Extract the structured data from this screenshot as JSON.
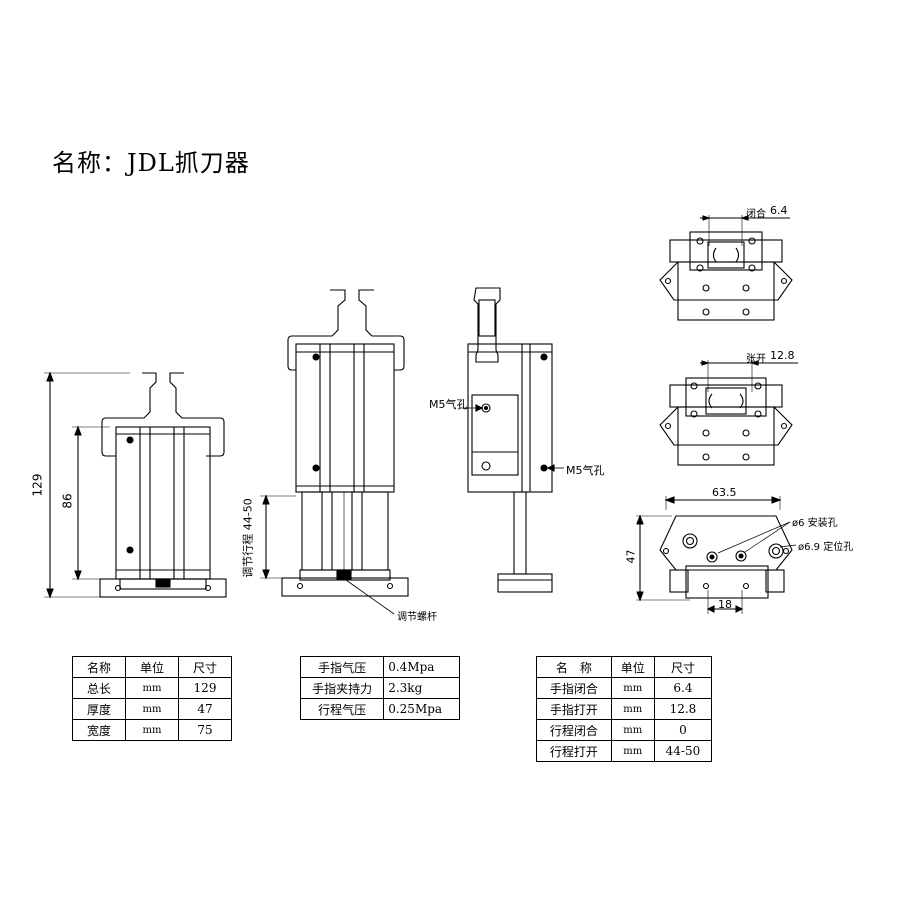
{
  "title": "名称：JDL抓刀器",
  "annotations": {
    "overall_length": "129",
    "body_length": "86",
    "adjust_stroke": "调节行程 44-50",
    "m5_top": "M5气孔",
    "m5_bottom": "M5气孔",
    "adjust_screw": "调节螺杆",
    "closed_label": "闭合",
    "closed_value": "6.4",
    "open_label": "张开",
    "open_value": "12.8",
    "width_63": "63.5",
    "height_47": "47",
    "width_18": "18",
    "hole_6": "ø6 安装孔",
    "hole_69": "ø6.9 定位孔"
  },
  "table1": {
    "headers": [
      "名称",
      "单位",
      "尺寸"
    ],
    "rows": [
      [
        "总长",
        "mm",
        "129"
      ],
      [
        "厚度",
        "mm",
        "47"
      ],
      [
        "宽度",
        "mm",
        "75"
      ]
    ]
  },
  "table2": {
    "rows": [
      [
        "手指气压",
        "0.4Mpa"
      ],
      [
        "手指夹持力",
        "2.3kg"
      ],
      [
        "行程气压",
        "0.25Mpa"
      ]
    ]
  },
  "table3": {
    "headers": [
      "名　称",
      "单位",
      "尺寸"
    ],
    "rows": [
      [
        "手指闭合",
        "mm",
        "6.4"
      ],
      [
        "手指打开",
        "mm",
        "12.8"
      ],
      [
        "行程闭合",
        "mm",
        "0"
      ],
      [
        "行程打开",
        "mm",
        "44-50"
      ]
    ]
  }
}
